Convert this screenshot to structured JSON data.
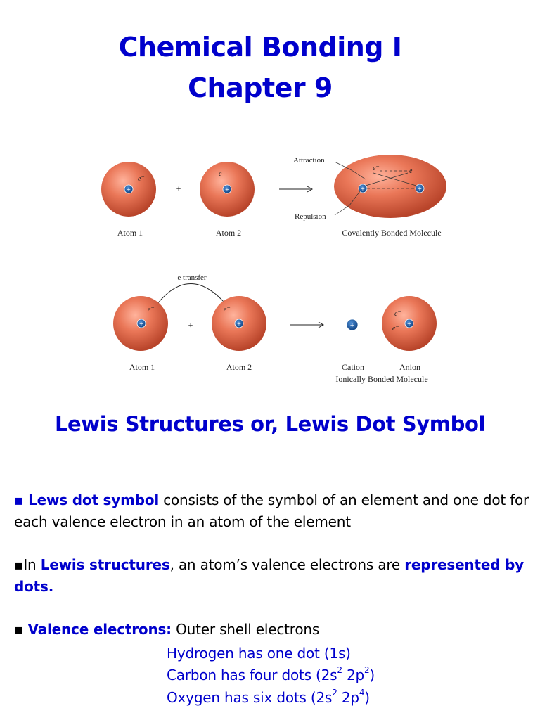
{
  "title": {
    "line1": "Chemical Bonding I",
    "line2": "Chapter 9"
  },
  "covalent_figure": {
    "atom1_label": "Atom 1",
    "atom2_label": "Atom 2",
    "plus": "+",
    "electron": "e⁻",
    "attraction_label": "Attraction",
    "repulsion_label": "Repulsion",
    "molecule_label": "Covalently Bonded Molecule",
    "colors": {
      "sphere": "#e8745a",
      "nucleus": "#1a5fa8"
    }
  },
  "ionic_figure": {
    "transfer_label": "e transfer",
    "atom1_label": "Atom 1",
    "atom2_label": "Atom 2",
    "plus": "+",
    "electron": "e⁻",
    "cation_label": "Cation",
    "anion_label": "Anion",
    "molecule_label": "Ionically Bonded Molecule"
  },
  "subtitle": "Lewis Structures or, Lewis Dot Symbol",
  "points": {
    "p1_bullet": "▪ ",
    "p1_term": "Lews dot symbol",
    "p1_text": " consists of the symbol of an element and one dot for each valence electron in an atom of the element",
    "p2_bullet": "▪In ",
    "p2_term": "Lewis structures",
    "p2_text": ", an atom’s valence electrons are ",
    "p2_emph": "represented by dots.",
    "p3_bullet": "▪ ",
    "p3_term": "Valence electrons:",
    "p3_text": " Outer shell electrons"
  },
  "examples": {
    "hydrogen": "Hydrogen has one dot (1s)",
    "carbon_prefix": "Carbon has four dots (2s",
    "carbon_exp1": "2",
    "carbon_mid": " 2p",
    "carbon_exp2": "2",
    "carbon_suffix": ")",
    "oxygen_prefix": "Oxygen has six dots (2s",
    "oxygen_exp1": "2",
    "oxygen_mid": " 2p",
    "oxygen_exp2": "4",
    "oxygen_suffix": ")"
  }
}
